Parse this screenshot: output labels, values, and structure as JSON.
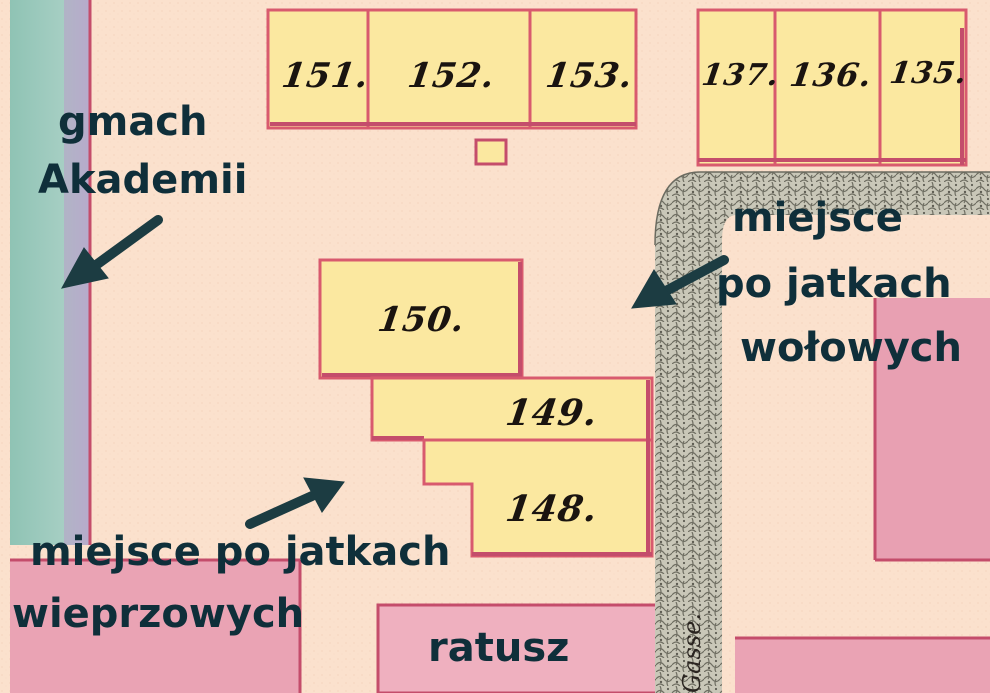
{
  "lots": {
    "l151": "151.",
    "l152": "152.",
    "l153": "153.",
    "l137": "137.",
    "l136": "136.",
    "l135": "135.",
    "l150": "150.",
    "l149": "149.",
    "l148": "148."
  },
  "labels": {
    "academy_line1": "gmach",
    "academy_line2": "Akademii",
    "beef_stalls_line1": "miejsce",
    "beef_stalls_line2": "po jatkach",
    "beef_stalls_line3": "wołowych",
    "pork_stalls_line1": "miejsce po jatkach",
    "pork_stalls_line2": "wieprzowych",
    "town_hall": "ratusz"
  },
  "street_fragment": "Gasse.",
  "colors": {
    "paper": "#fbe1cd",
    "lot_fill": "#fbe8a0",
    "lot_border": "#d85a6e",
    "pink_block": "#e9a1b3",
    "academy_fill": "#9ec7bf",
    "road_cobble": "#9a9a8c",
    "arrow": "#1c3c42",
    "label_text": "#0f2f3a"
  }
}
